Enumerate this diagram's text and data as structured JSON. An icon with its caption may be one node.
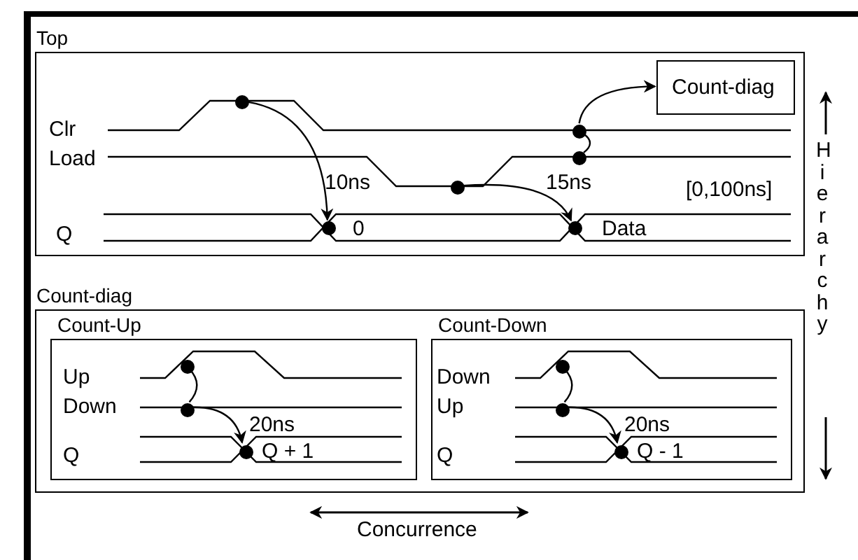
{
  "diagram": {
    "nodes": [
      {
        "text": [
          "Top"
        ]
      },
      {
        "text": [
          "Count-diag"
        ],
        "in": 0
      },
      {
        "text": [],
        "shape": "circle",
        "in": 0
      },
      {
        "text": [],
        "shape": "circle",
        "in": 0
      },
      {
        "text": [],
        "shape": "circle",
        "in": 0
      },
      {
        "text": [],
        "shape": "circle",
        "in": 0
      },
      {
        "text": [],
        "shape": "circle",
        "in": 0
      },
      {
        "text": [],
        "shape": "circle",
        "in": 0
      },
      {
        "text": [
          "Count-diag"
        ]
      },
      {
        "text": [
          "Count-Up"
        ],
        "in": 8
      },
      {
        "text": [],
        "shape": "circle",
        "in": 9
      },
      {
        "text": [],
        "shape": "circle",
        "in": 9
      },
      {
        "text": [],
        "shape": "circle",
        "in": 9
      },
      {
        "text": [
          "Count-Down"
        ],
        "in": 8
      },
      {
        "text": [],
        "shape": "circle",
        "in": 13
      },
      {
        "text": [],
        "shape": "circle",
        "in": 13
      },
      {
        "text": [],
        "shape": "circle",
        "in": 13
      }
    ],
    "edges": [
      {
        "from": 2,
        "to": 3,
        "arrow": "to",
        "label": "10ns"
      },
      {
        "from": 4,
        "to": 7,
        "arrow": "to",
        "label": "15ns"
      },
      {
        "from": 5,
        "to": 1,
        "arrow": "to"
      },
      {
        "from": 6,
        "to": 5,
        "arrow": "none"
      },
      {
        "from": 10,
        "to": 11,
        "arrow": "none"
      },
      {
        "from": 11,
        "to": 12,
        "arrow": "to",
        "label": "20ns"
      },
      {
        "from": 14,
        "to": 15,
        "arrow": "none"
      },
      {
        "from": 15,
        "to": 16,
        "arrow": "to",
        "label": "20ns"
      }
    ],
    "labels": [
      "Clr",
      "Load",
      "[0,100ns]",
      "Q",
      "0",
      "Data",
      "Hierarchy",
      "Up",
      "Down",
      "Q",
      "Q + 1",
      "Down",
      "Up",
      "Q",
      "Q - 1",
      "Concurrence"
    ]
  }
}
